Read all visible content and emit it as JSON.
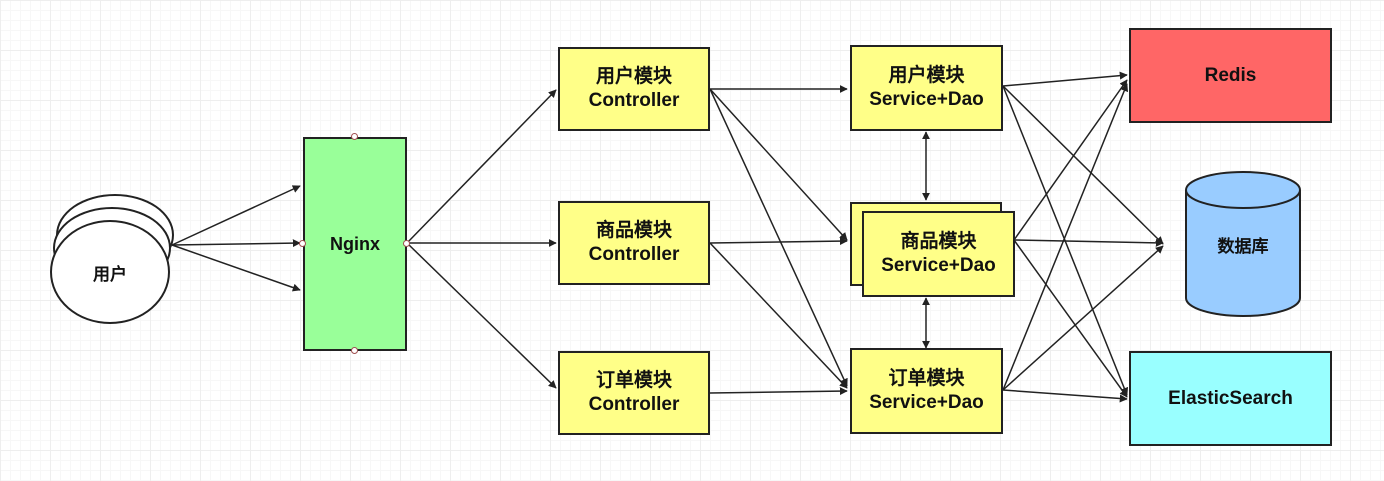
{
  "nodes": {
    "user": "用户",
    "nginx": "Nginx",
    "user_controller": {
      "line1": "用户模块",
      "line2": "Controller"
    },
    "product_controller": {
      "line1": "商品模块",
      "line2": "Controller"
    },
    "order_controller": {
      "line1": "订单模块",
      "line2": "Controller"
    },
    "user_service": {
      "line1": "用户模块",
      "line2": "Service+Dao"
    },
    "product_service": {
      "line1": "商品模块",
      "line2": "Service+Dao"
    },
    "order_service": {
      "line1": "订单模块",
      "line2": "Service+Dao"
    },
    "redis": "Redis",
    "database": "数据库",
    "elasticsearch": "ElasticSearch"
  },
  "colors": {
    "controller_fill": "#ffff88",
    "redis_fill": "#ff6666",
    "database_fill": "#99ccff",
    "elasticsearch_fill": "#99ffff",
    "nginx_fill": "#99ff99"
  }
}
